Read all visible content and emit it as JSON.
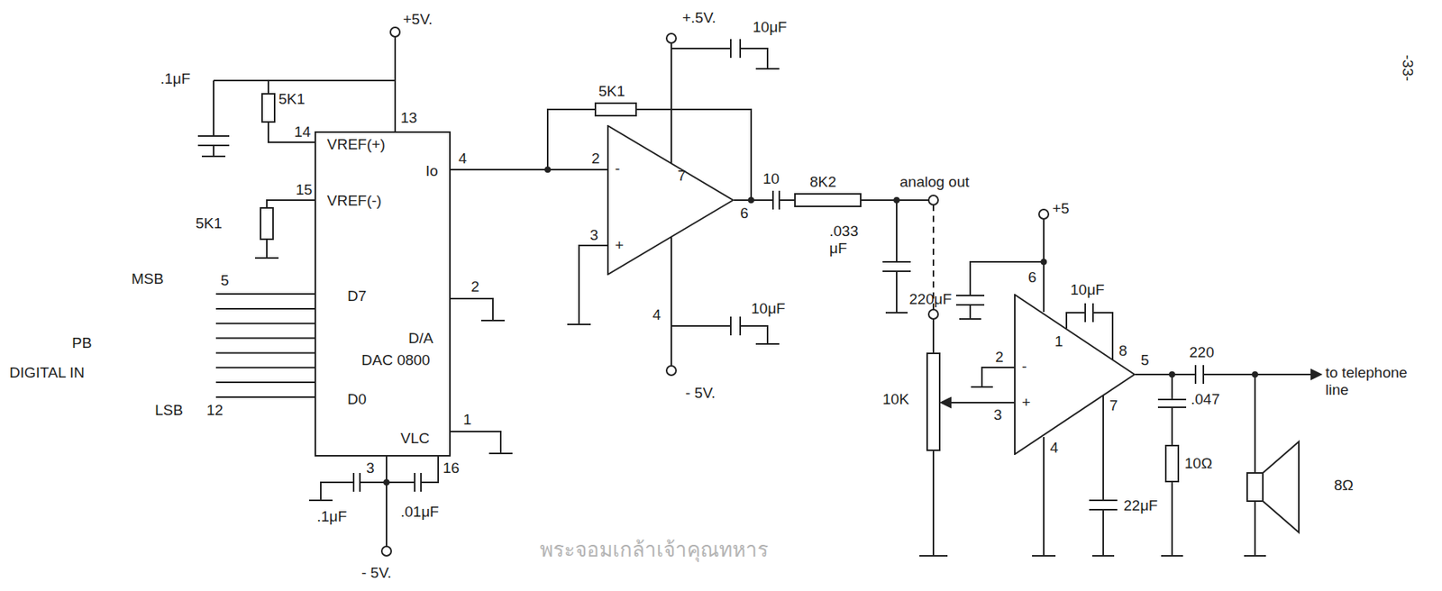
{
  "diagram": {
    "nodes": [
      {
        "text": [
          "VREF(+)",
          "VREF(-)",
          "Io",
          "D7",
          "D0",
          "D/A",
          "DAC 0800",
          "VLC"
        ]
      },
      {
        "text": [
          "-",
          "+"
        ]
      },
      {
        "text": [
          "-",
          "+"
        ]
      }
    ],
    "edges": [
      {
        "from": 0,
        "to": 1,
        "arrow": "none"
      }
    ],
    "labels": [
      "+5V.",
      ".1μF",
      "5K1",
      "13",
      "14",
      "15",
      "5K1",
      "MSB",
      "5",
      "PB",
      "DIGITAL IN",
      "LSB",
      "12",
      "4",
      "2",
      "1",
      "3",
      "16",
      ".1μF",
      ".01μF",
      "- 5V.",
      "5K1",
      "+.5V.",
      "10μF",
      "7",
      "2",
      "3",
      "6",
      "4",
      "10μF",
      "- 5V.",
      "10",
      "8K2",
      "analog out",
      ".033 μF",
      "+5",
      "220μF",
      "10μF",
      "6",
      "1",
      "8",
      "2",
      "3",
      "10K",
      "5",
      "7",
      "4",
      "22μF",
      ".047",
      "10Ω",
      "220",
      "to telephone line",
      "8Ω",
      "-33-",
      "พระจอมเกล้าเจ้าคุณทหาร"
    ]
  }
}
